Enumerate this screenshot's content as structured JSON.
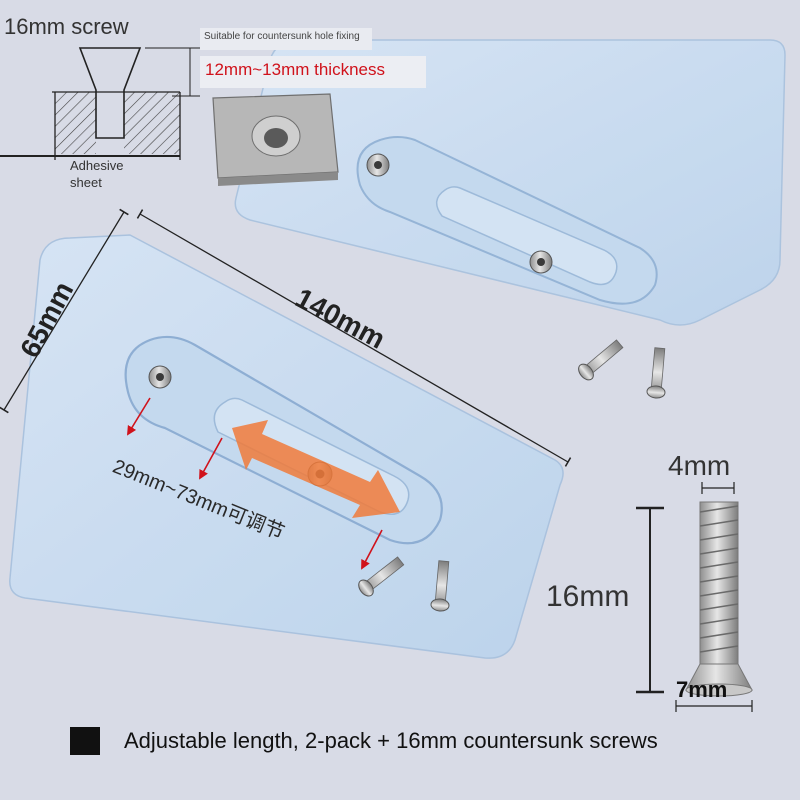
{
  "diagram": {
    "screw_label": "16mm screw",
    "suitable_note": "Suitable for countersunk hole fixing",
    "thickness_label": "12mm~13mm thickness",
    "adhesive_label_1": "Adhesive",
    "adhesive_label_2": "sheet"
  },
  "plate": {
    "width_label": "65mm",
    "length_label": "140mm",
    "adjust_label": "29mm~73mm可调节"
  },
  "screw_dims": {
    "thread_width": "4mm",
    "length": "16mm",
    "head_width": "7mm"
  },
  "caption": {
    "text": "Adjustable length, 2-pack + 16mm countersunk screws"
  },
  "colors": {
    "background": "#d8dbe6",
    "plate": "#c9dcf0",
    "accent_red": "#d0121b",
    "arrow_orange": "#f07a3a"
  }
}
